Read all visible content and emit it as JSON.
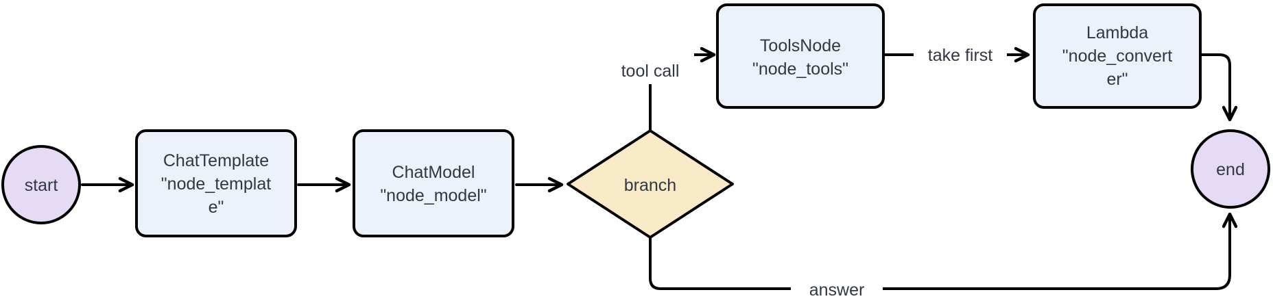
{
  "diagram": {
    "type": "flowchart",
    "direction": "left-to-right",
    "colors": {
      "process_fill": "#ECF1FA",
      "decision_fill": "#FAEBC8",
      "terminal_fill": "#E5DBF4",
      "stroke": "#000000",
      "text": "#333744",
      "edge_label_background": "#FFFFFF",
      "background": "#FFFFFF"
    },
    "nodes": {
      "start": {
        "shape": "circle",
        "label": "start"
      },
      "chat_template": {
        "shape": "rounded-rect",
        "lines": [
          "ChatTemplate",
          "\"node_templat",
          "e\""
        ]
      },
      "chat_model": {
        "shape": "rounded-rect",
        "lines": [
          "ChatModel",
          "\"node_model\""
        ]
      },
      "branch": {
        "shape": "diamond",
        "label": "branch"
      },
      "tools_node": {
        "shape": "rounded-rect",
        "lines": [
          "ToolsNode",
          "\"node_tools\""
        ]
      },
      "lambda": {
        "shape": "rounded-rect",
        "lines": [
          "Lambda",
          "\"node_convert",
          "er\""
        ]
      },
      "end": {
        "shape": "circle",
        "label": "end"
      }
    },
    "edges": {
      "start_to_chat_template": {
        "from": "start",
        "to": "chat_template",
        "label": ""
      },
      "chat_template_to_chat_model": {
        "from": "chat_template",
        "to": "chat_model",
        "label": ""
      },
      "chat_model_to_branch": {
        "from": "chat_model",
        "to": "branch",
        "label": ""
      },
      "branch_to_tools": {
        "from": "branch",
        "to": "tools_node",
        "label": "tool call"
      },
      "tools_to_lambda": {
        "from": "tools_node",
        "to": "lambda",
        "label": "take first"
      },
      "lambda_to_end": {
        "from": "lambda",
        "to": "end",
        "label": ""
      },
      "branch_to_end": {
        "from": "branch",
        "to": "end",
        "label": "answer"
      }
    }
  }
}
